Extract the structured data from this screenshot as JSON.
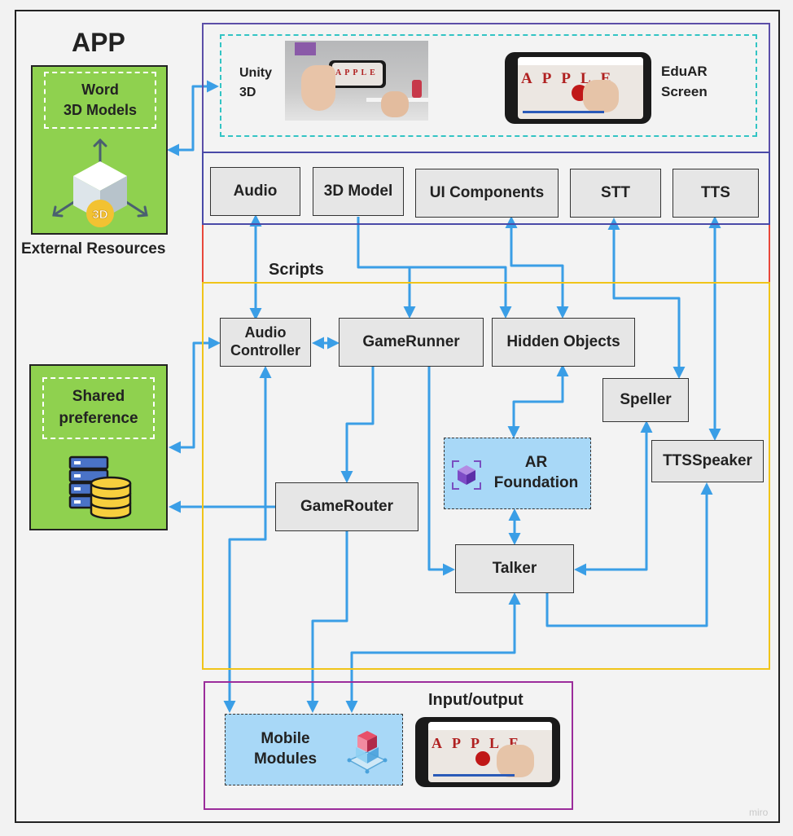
{
  "app_title": "APP",
  "external_resources": {
    "word_box": "Word\n3D Models",
    "cube_badge": "3D",
    "caption": "External Resources"
  },
  "shared_preference": {
    "label": "Shared\npreference"
  },
  "screen_section": {
    "unity_label": "Unity\n3D",
    "eduar_label": "EduAR\nScreen",
    "apple_text": "APPLE"
  },
  "components": {
    "audio": "Audio",
    "model3d": "3D Model",
    "ui_components": "UI Components",
    "stt": "STT",
    "tts": "TTS"
  },
  "scripts": {
    "title": "Scripts",
    "audio_controller": "Audio\nController",
    "game_runner": "GameRunner",
    "hidden_objects": "Hidden Objects",
    "speller": "Speller",
    "ar_foundation": "AR\nFoundation",
    "tts_speaker": "TTSSpeaker",
    "game_router": "GameRouter",
    "talker": "Talker"
  },
  "io": {
    "title": "Input/output",
    "mobile_modules": "Mobile\nModules",
    "apple_text": "APPLE"
  },
  "watermark": "miro",
  "colors": {
    "arrow": "#3a9ee6",
    "green": "#8fd14f",
    "screen_border": "#5b4ea8",
    "components_border": "#4a4aa8",
    "scripts_border": "#f0c419",
    "scripts_left_border": "#e8473a",
    "io_border": "#9b2c9b",
    "inner_dash": "#33c4c4",
    "blue_box": "#a8d8f7"
  }
}
